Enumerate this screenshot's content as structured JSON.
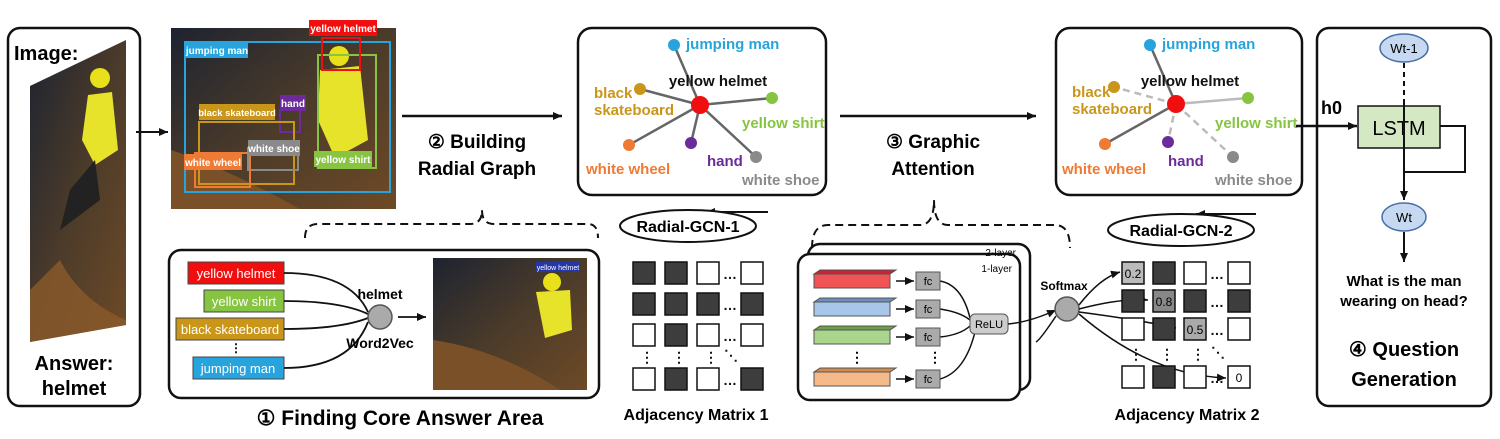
{
  "image_panel": {
    "image_label": "Image:",
    "answer_label": "Answer:",
    "answer_value": "helmet"
  },
  "detections": [
    "yellow helmet",
    "jumping man",
    "hand",
    "black skateboard",
    "white shoe",
    "white wheel",
    "yellow shirt"
  ],
  "step2": {
    "line1": "② Building",
    "line2": "Radial Graph"
  },
  "step3": {
    "line1": "③ Graphic",
    "line2": "Attention"
  },
  "step1": {
    "label": "① Finding Core Answer Area"
  },
  "step4": {
    "line1": "④ Question",
    "line2": "Generation"
  },
  "graph1": {
    "center": "yellow helmet",
    "nodes": [
      "jumping man",
      "black",
      "skateboard",
      "yellow shirt",
      "white wheel",
      "hand",
      "white shoe"
    ]
  },
  "graph2": {
    "center": "yellow helmet",
    "nodes": [
      "jumping man",
      "black",
      "skateboard",
      "yellow shirt",
      "white wheel",
      "hand",
      "white shoe"
    ]
  },
  "gcn": {
    "label1": "Radial-GCN-1",
    "label2": "Radial-GCN-2"
  },
  "matrix1": {
    "label": "Adjacency Matrix 1"
  },
  "matrix2": {
    "label": "Adjacency Matrix 2",
    "values": [
      "0.2",
      "0.8",
      "0.5",
      "0"
    ]
  },
  "core": {
    "tags": [
      "yellow helmet",
      "yellow shirt",
      "black skateboard",
      "jumping man"
    ],
    "word": "helmet",
    "w2v": "Word2Vec",
    "photo_tag": "yellow helmet"
  },
  "attention": {
    "layer2": "2-layer",
    "layer1": "1-layer",
    "fc": "fc",
    "relu": "ReLU",
    "softmax": "Softmax"
  },
  "lstm": {
    "h0": "h0",
    "wt1": "Wt-1",
    "lstm": "LSTM",
    "wt": "Wt",
    "question1": "What is the man",
    "question2": "wearing on head?"
  },
  "colors": {
    "red": "#f00e0e",
    "blue": "#27a4dd",
    "orange": "#ef7a36",
    "gold": "#c9961a",
    "purple": "#6d2a9a",
    "green": "#86c441",
    "gray": "#8a8a8a"
  }
}
